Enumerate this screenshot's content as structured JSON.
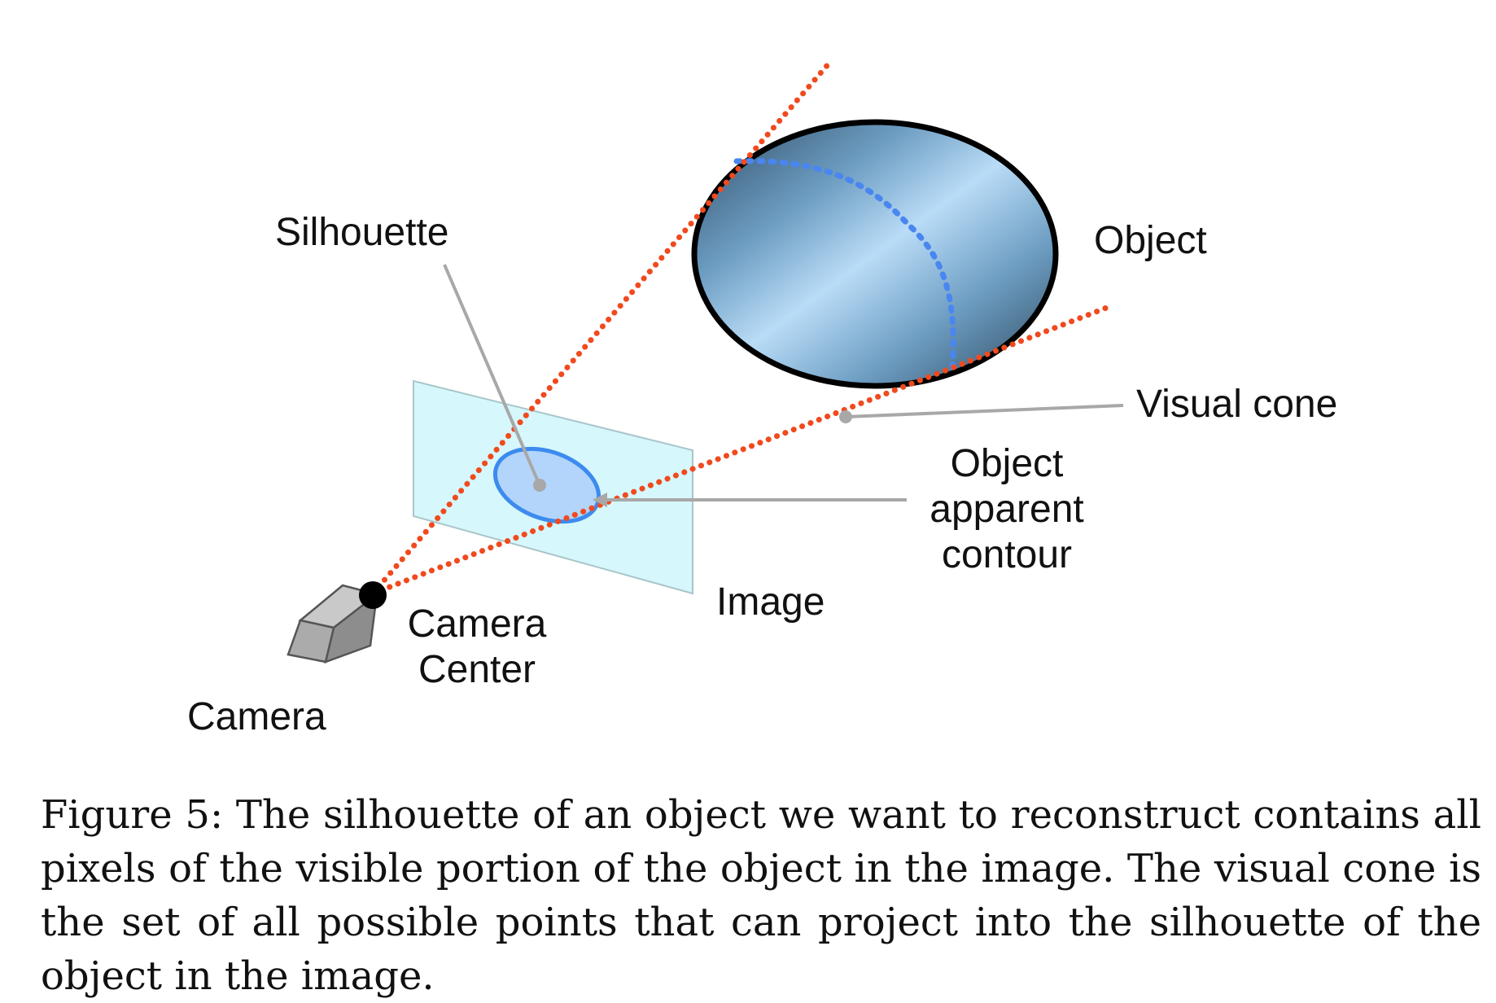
{
  "diagram": {
    "labels": {
      "silhouette": "Silhouette",
      "object": "Object",
      "visual_cone": "Visual cone",
      "object_apparent_contour": [
        "Object",
        "apparent",
        "contour"
      ],
      "image": "Image",
      "camera_center": [
        "Camera",
        "Center"
      ],
      "camera": "Camera"
    },
    "colors": {
      "cone_dots": "#f04a1e",
      "contour_dots": "#4a86f0",
      "silhouette_fill": "#b3d5fb",
      "silhouette_stroke": "#3d8bef",
      "image_plane_fill": "#d6f7fb",
      "image_plane_stroke": "#a9c6ca",
      "leader_line": "#a8a8a8",
      "object_gradient": [
        "#2e4a62",
        "#6d9dc2",
        "#b9dcf7",
        "#6d9dc2",
        "#2b4457"
      ],
      "camera_body": "#a9a9a9"
    }
  },
  "caption": {
    "text": "Figure 5: The silhouette of an object we want to reconstruct contains all pixels of the visible portion of the object in the image. The visual cone is the set of all possible points that can project into the silhouette of the object in the image."
  }
}
